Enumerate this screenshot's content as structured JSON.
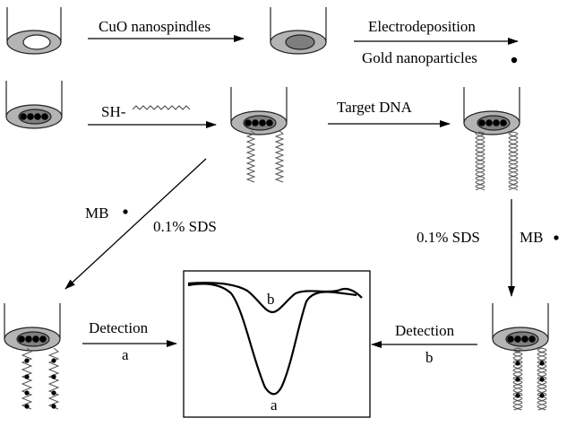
{
  "steps": {
    "cuo_label": "CuO nanospindles",
    "electrodeposition_label": "Electrodeposition",
    "gold_label": "Gold nanoparticles",
    "sh_label": "SH-",
    "target_label": "Target DNA",
    "mb_left_label": "MB",
    "sds_left_label": "0.1% SDS",
    "sds_right_label": "0.1% SDS",
    "mb_right_label": "MB",
    "detect_left_label": "Detection",
    "detect_left_sub": "a",
    "detect_right_label": "Detection",
    "detect_right_sub": "b"
  },
  "signal": {
    "curve_a_label": "a",
    "curve_b_label": "b"
  }
}
